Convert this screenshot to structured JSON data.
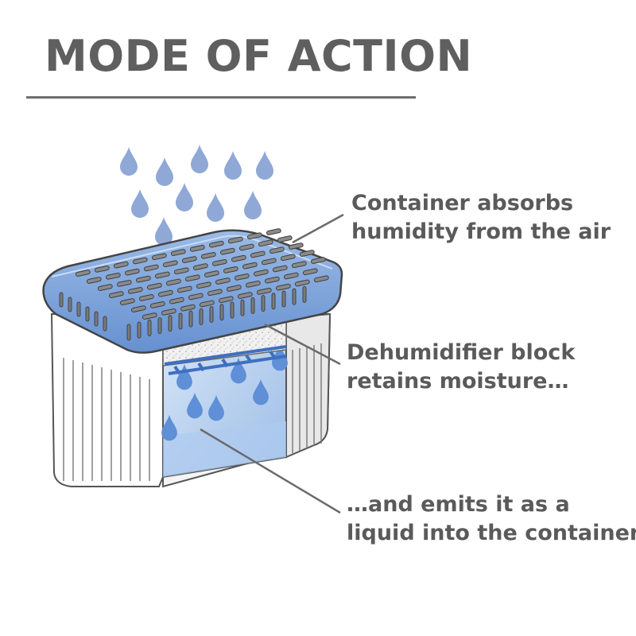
{
  "title": "MODE OF ACTION",
  "captions": {
    "absorb": [
      "Container absorbs",
      "humidity from the air"
    ],
    "retain": [
      "Dehumidifier block",
      "retains moisture…"
    ],
    "emit": [
      "…and emits it as a",
      "liquid into the container"
    ]
  },
  "colors": {
    "drop": "#8fa8d6",
    "lid": "#7aa0d8",
    "lid_dark": "#4f77b8",
    "water": "#bcd4f0",
    "text": "#5a5a5a"
  }
}
